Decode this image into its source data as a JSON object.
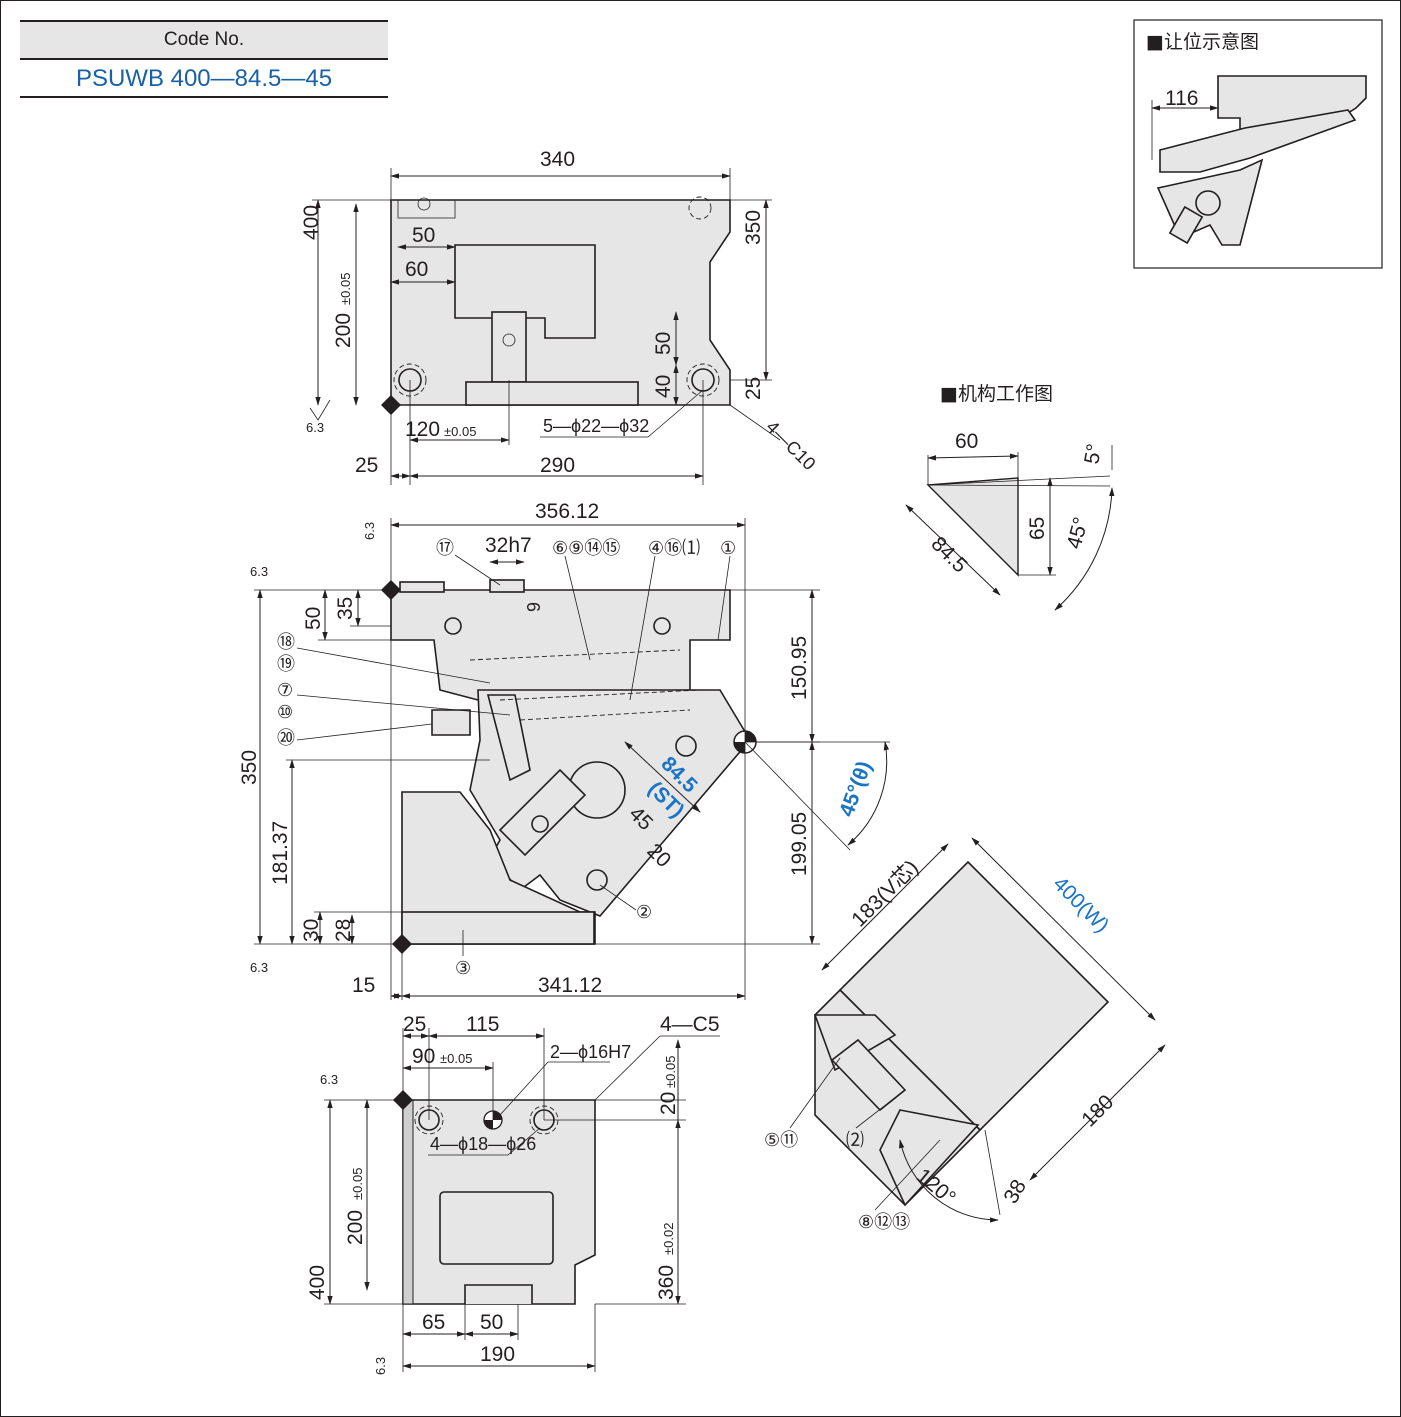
{
  "code": {
    "header": "Code No.",
    "value": "PSUWB 400—84.5—45"
  },
  "insets": {
    "clearance_title": "■让位示意图",
    "clearance_dim": "116",
    "mechanism_title": "■机构工作图",
    "mechanism_dims": {
      "d60": "60",
      "d5": "5°",
      "d65": "65",
      "d845": "84.5",
      "d45": "45°"
    }
  },
  "top_view": {
    "d340": "340",
    "d400": "400",
    "d200": "200",
    "tol005": "±0.05",
    "d350": "350",
    "d50a": "50",
    "d60": "60",
    "d50b": "50",
    "d40": "40",
    "d25r": "25",
    "d120": "120",
    "d25": "25",
    "d290": "290",
    "holes": "5—ϕ22—ϕ32",
    "chamfer": "4—C10",
    "rough": "6.3"
  },
  "front_view": {
    "d35612": "356.12",
    "d32h7": "32h7",
    "d9": "9",
    "d50": "50",
    "d35": "35",
    "d350": "350",
    "d18137": "181.37",
    "d30": "30",
    "d28": "28",
    "d15": "15",
    "d34112": "341.12",
    "d15095": "150.95",
    "d19905": "199.05",
    "d845": "84.5",
    "st": "(ST)",
    "angle": "45°(θ)",
    "d45": "45",
    "d20": "20",
    "callouts": [
      "⑰",
      "⑥⑨⑭⑮",
      "④⑯⑴",
      "①",
      "⑱",
      "⑲",
      "⑦",
      "⑩",
      "⑳",
      "②",
      "③"
    ]
  },
  "bottom_view": {
    "d25": "25",
    "d115": "115",
    "chamfer": "4—C5",
    "d90": "90",
    "tol005": "±0.05",
    "pins": "2—ϕ16H7",
    "d20": "20",
    "holes": "4—ϕ18—ϕ26",
    "d200": "200",
    "d400": "400",
    "d360": "360",
    "tol002": "±0.02",
    "d65": "65",
    "d50": "50",
    "d190": "190"
  },
  "side_view": {
    "d183": "183(V芯)",
    "d400w": "400(W)",
    "d180": "180",
    "d38": "38",
    "d120": "120°",
    "callouts": [
      "⑤⑪",
      "⑵",
      "⑧⑫⑬"
    ]
  }
}
